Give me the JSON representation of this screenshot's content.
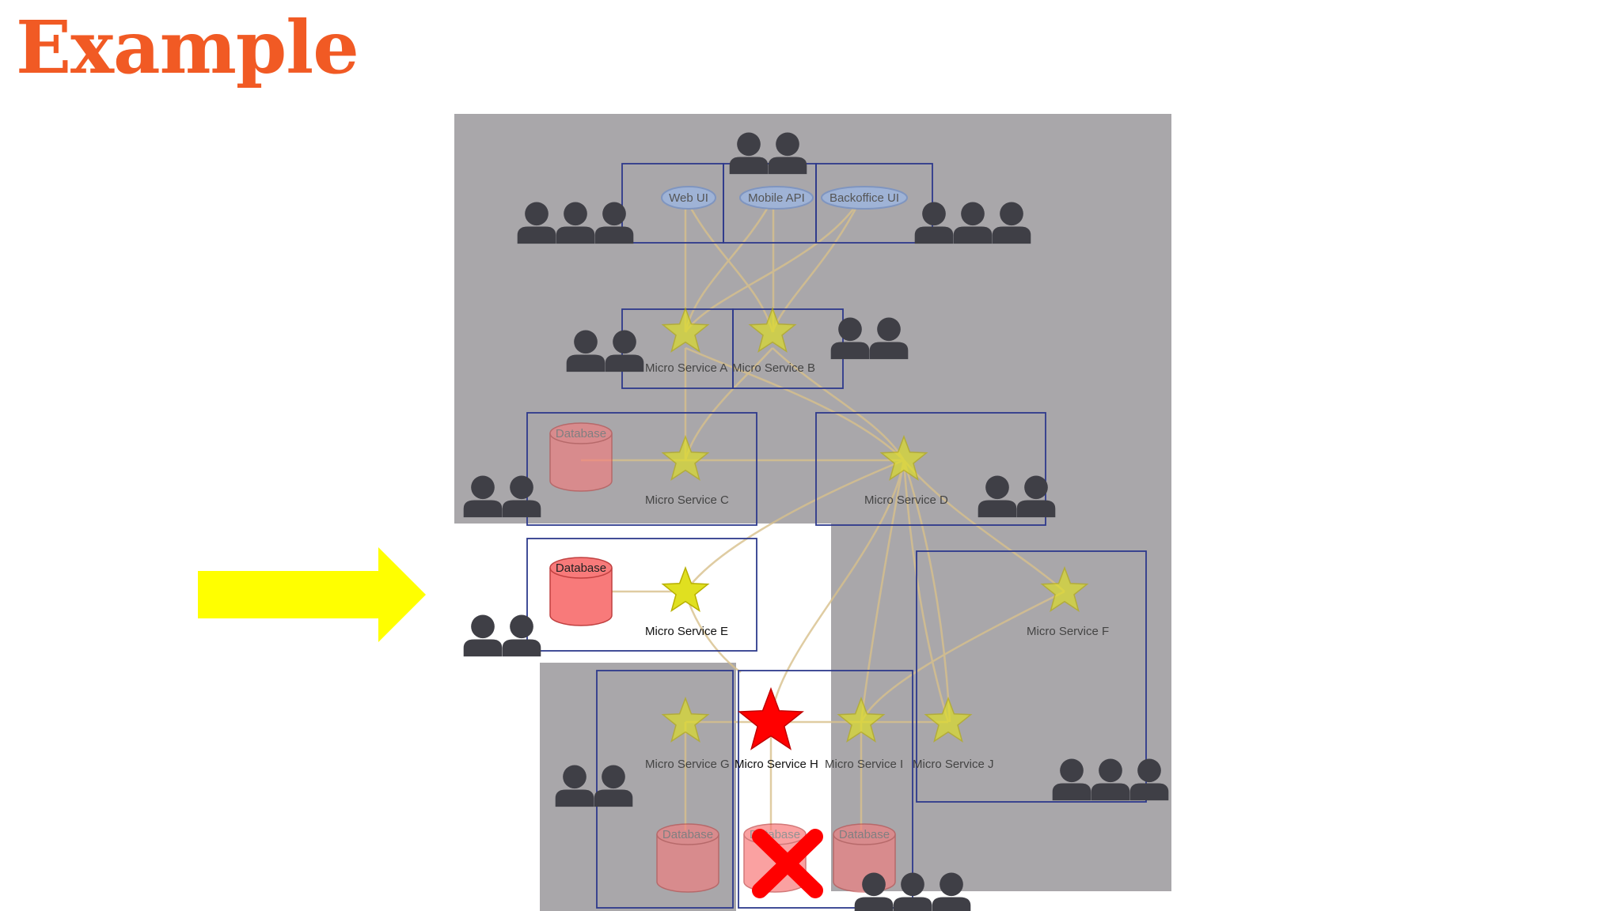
{
  "title": "Example",
  "colors": {
    "title": "#f15a24",
    "shade": "#a9a7aa",
    "box_border": "#2e3a8c",
    "star": "#e0e020",
    "star_failed": "#ff0000",
    "database": "#f87a7a",
    "ui_ellipse": "#9fb3d6",
    "people": "#3f3f46",
    "arrow": "#ffff00",
    "connector": "#d8c08c",
    "failure_mark": "#ff0000"
  },
  "ui": {
    "web_ui": "Web UI",
    "mobile_api": "Mobile API",
    "backoffice_ui": "Backoffice UI"
  },
  "services": {
    "a": "Micro Service A",
    "b": "Micro Service B",
    "c": "Micro Service C",
    "d": "Micro Service D",
    "e": "Micro Service E",
    "f": "Micro Service F",
    "g": "Micro Service G",
    "h": "Micro Service H",
    "i": "Micro Service I",
    "j": "Micro Service J"
  },
  "database_label": "Database",
  "icons": {
    "arrow": "right-arrow-icon",
    "team": "people-icon",
    "service": "star-icon",
    "database": "database-icon",
    "failure": "x-mark-icon"
  }
}
